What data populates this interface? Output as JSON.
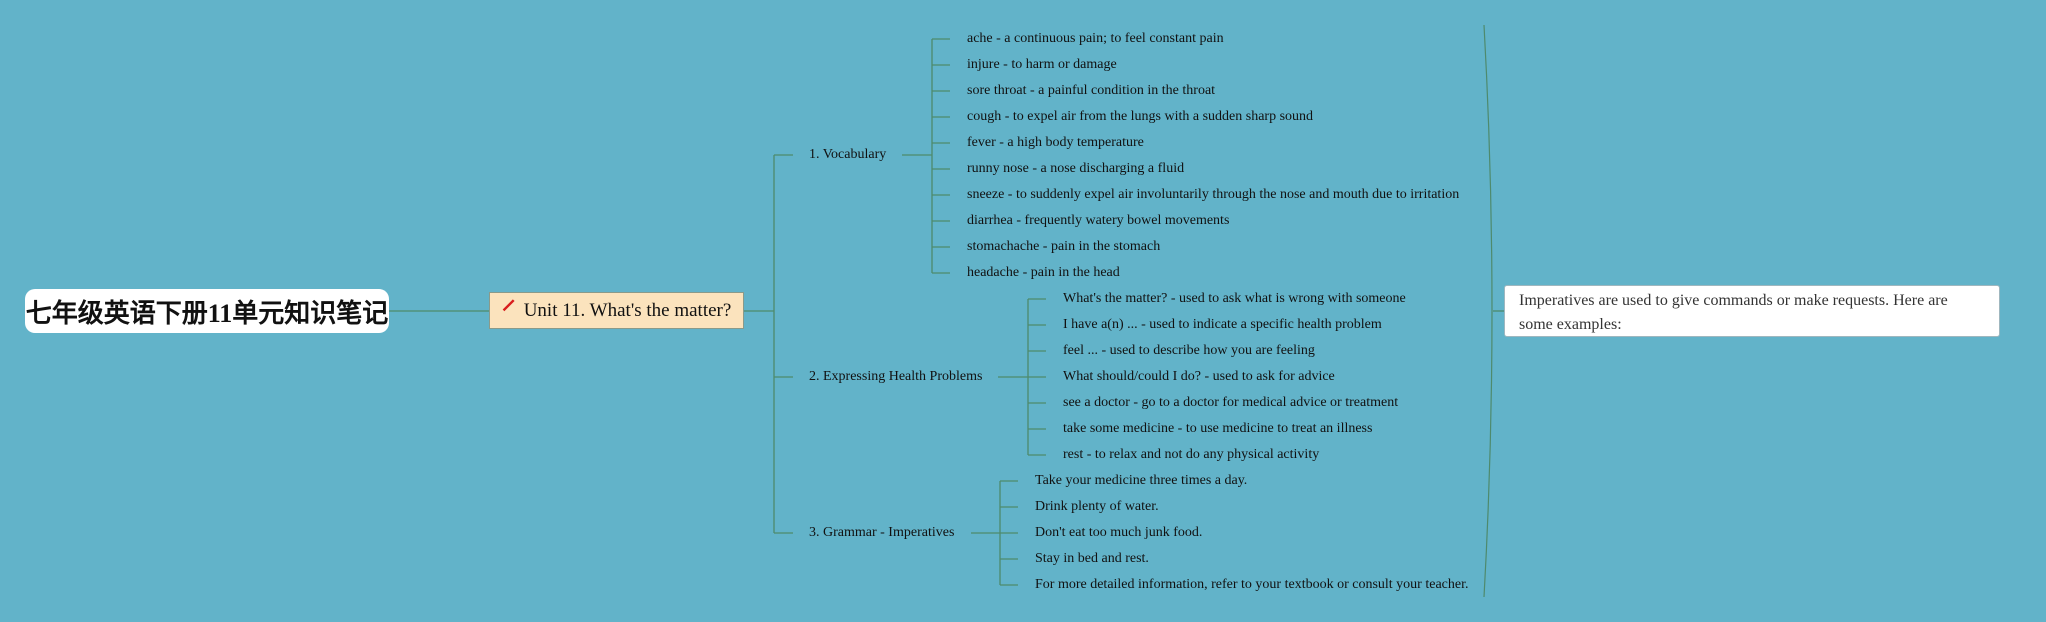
{
  "root": {
    "title": "七年级英语下册11单元知识笔记"
  },
  "unit": {
    "flag_icon": "red-flag-icon",
    "title": "Unit 11. What's the matter?"
  },
  "branches": [
    {
      "label": "1. Vocabulary",
      "items": [
        "ache - a continuous pain; to feel constant pain",
        "injure - to harm or damage",
        "sore throat - a painful condition in the throat",
        "cough - to expel air from the lungs with a sudden sharp sound",
        "fever - a high body temperature",
        "runny nose - a nose discharging a fluid",
        "sneeze - to suddenly expel air involuntarily through the nose and mouth due to irritation",
        "diarrhea - frequently watery bowel movements",
        "stomachache - pain in the stomach",
        "headache - pain in the head"
      ]
    },
    {
      "label": "2. Expressing Health Problems",
      "items": [
        "What's the matter? - used to ask what is wrong with someone",
        "I have a(n) ... - used to indicate a specific health problem",
        "feel ... - used to describe how you are feeling",
        "What should/could I do? - used to ask for advice",
        "see a doctor - go to a doctor for medical advice or treatment",
        "take some medicine - to use medicine to treat an illness",
        "rest - to relax and not do any physical activity"
      ]
    },
    {
      "label": "3. Grammar - Imperatives",
      "items": [
        "Take your medicine three times a day.",
        "Drink plenty of water.",
        "Don't eat too much junk food.",
        "Stay in bed and rest.",
        "For more detailed information, refer to your textbook or consult your teacher."
      ]
    }
  ],
  "summary_note": "Imperatives are used to give commands or make requests. Here are some examples:",
  "colors": {
    "background": "#62b3c9",
    "connector": "#4e8a6c",
    "unit_fill": "#fbe3bd",
    "flag": "#d81e1e"
  }
}
